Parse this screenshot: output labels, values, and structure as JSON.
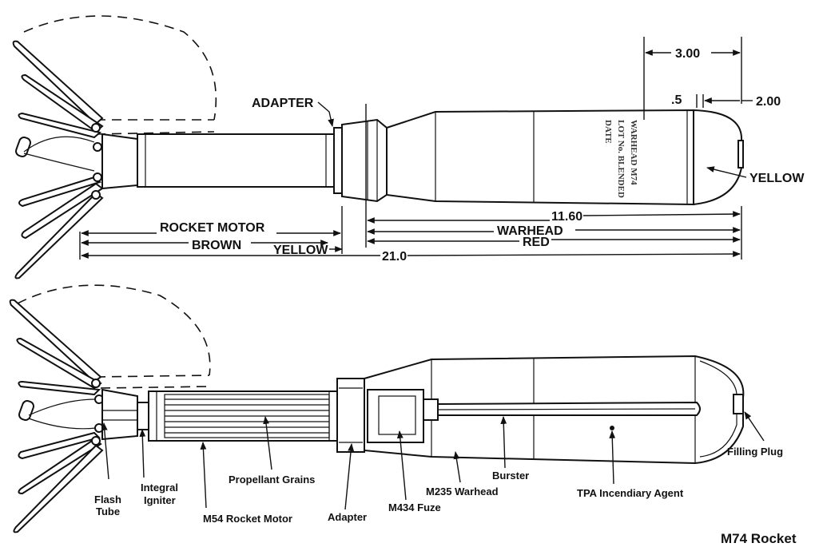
{
  "title": "M74 Rocket",
  "external_view": {
    "dimensions": {
      "overall_top": "3.00",
      "nose_step": ".5",
      "nose_length": "2.00",
      "warhead_length": "11.60",
      "overall_length": "21.0"
    },
    "labels": {
      "adapter": "ADAPTER",
      "nose_color": "YELLOW",
      "motor": "ROCKET MOTOR",
      "motor_color": "BROWN",
      "adapter_color": "YELLOW",
      "warhead": "WARHEAD",
      "warhead_color": "RED"
    },
    "stencil": {
      "line1": "WARHEAD M74",
      "line2": "LOT No. BLENDED",
      "line3": "DATE"
    }
  },
  "cutaway_view": {
    "labels": {
      "flash_tube_1": "Flash",
      "flash_tube_2": "Tube",
      "igniter_1": "Integral",
      "igniter_2": "Igniter",
      "motor": "M54 Rocket Motor",
      "grains": "Propellant Grains",
      "adapter": "Adapter",
      "fuze": "M434 Fuze",
      "warhead": "M235 Warhead",
      "burster": "Burster",
      "agent": "TPA Incendiary Agent",
      "plug": "Filling Plug"
    }
  }
}
